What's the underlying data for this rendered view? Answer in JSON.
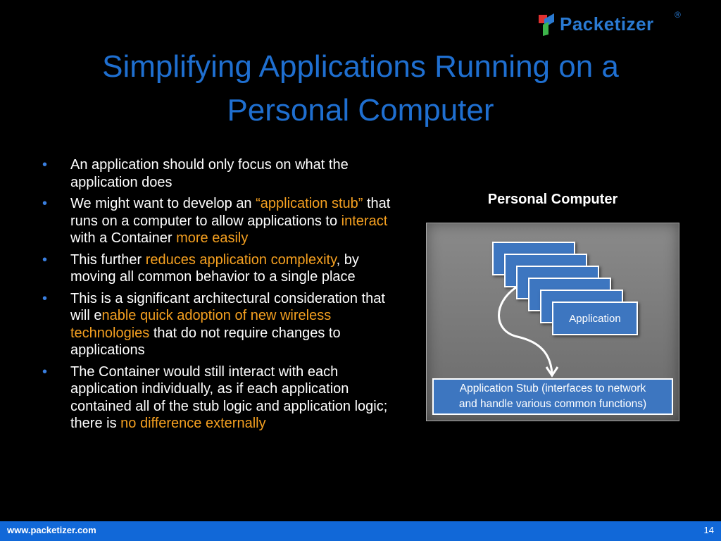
{
  "logo": {
    "name": "Packetizer",
    "reg": "®"
  },
  "title": {
    "line1": "Simplifying Applications Running on a",
    "line2": "Personal Computer"
  },
  "bullets": [
    [
      {
        "t": "An application should only focus on what the application does"
      }
    ],
    [
      {
        "t": "We might want to develop an "
      },
      {
        "t": "“application stub”",
        "hl": true
      },
      {
        "t": " that runs on a computer to allow applications to "
      },
      {
        "t": "interact",
        "hl": true
      },
      {
        "t": " with a Container "
      },
      {
        "t": "more easily",
        "hl": true
      }
    ],
    [
      {
        "t": "This further "
      },
      {
        "t": "reduces application complexity",
        "hl": true
      },
      {
        "t": ", by moving all common behavior to a single place"
      }
    ],
    [
      {
        "t": "This is a significant architectural consideration that will e"
      },
      {
        "t": "nable quick adoption of new wireless technologies",
        "hl": true
      },
      {
        "t": " that do not require changes to applications"
      }
    ],
    [
      {
        "t": "The Container would still interact with each application individually, as if each application contained all of the stub logic and application logic; there is "
      },
      {
        "t": "no difference externally",
        "hl": true
      }
    ]
  ],
  "diagram": {
    "label": "Personal Computer",
    "app_label": "Application",
    "stub_line1": "Application Stub (interfaces to network",
    "stub_line2": "and handle various common functions)"
  },
  "footer": {
    "url": "www.packetizer.com",
    "page": "14"
  },
  "colors": {
    "title": "#1f6fd0",
    "highlight": "#f5a020",
    "footer": "#1168d8",
    "box": "#3d76c0"
  }
}
